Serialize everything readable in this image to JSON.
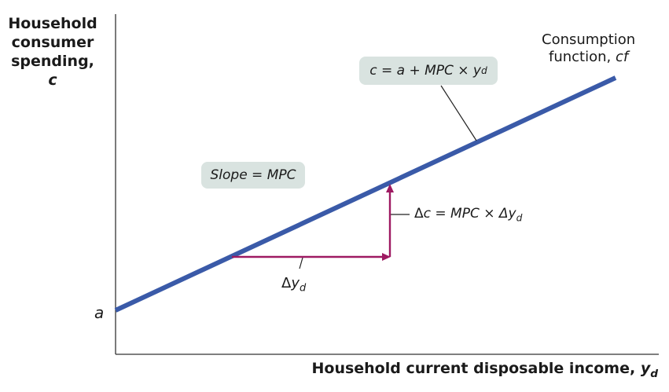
{
  "y_axis_label": {
    "line1": "Household",
    "line2": "consumer",
    "line3": "spending,",
    "var": "c"
  },
  "x_axis_label": {
    "text": "Household current disposable income,",
    "var": "y",
    "sub": "d"
  },
  "curve_label": {
    "line1": "Consumption",
    "line2": "function,",
    "var": "cf"
  },
  "equation": {
    "lhs": "c = a + MPC × y",
    "sub": "d"
  },
  "slope_label": "Slope = MPC",
  "intercept_label": "a",
  "delta_c_label": {
    "delta": "Δ",
    "text": "c = MPC × Δy",
    "sub": "d"
  },
  "delta_y_label": {
    "delta": "Δ",
    "text": "y",
    "sub": "d"
  },
  "colors": {
    "line": "#3a5aa8",
    "arrow": "#9e1a62",
    "axis": "#333333",
    "box": "#d9e3e0"
  }
}
